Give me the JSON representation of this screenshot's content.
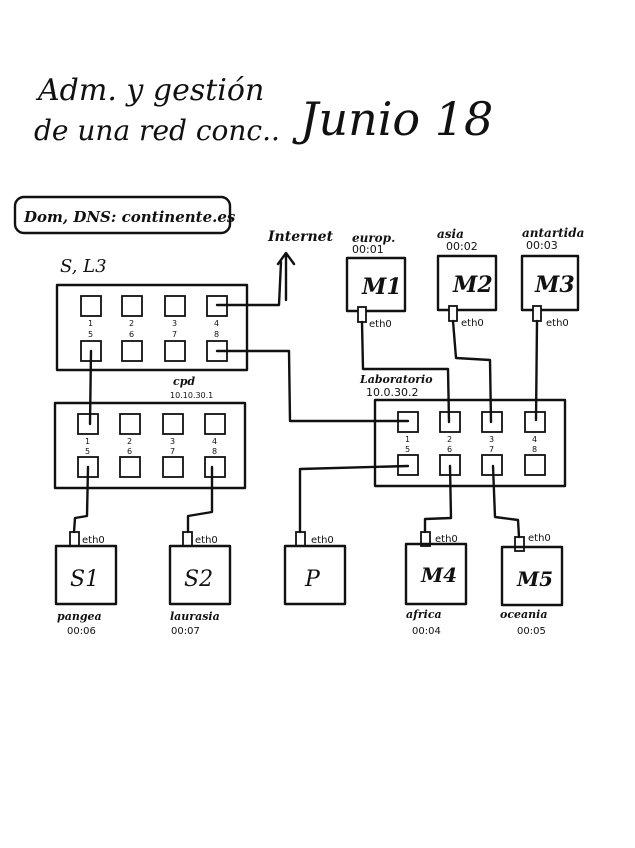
{
  "title": {
    "line1": "Adm. y gestión",
    "line2": "de una red conc..",
    "date": "Junio 18"
  },
  "domain_box": "Dom, DNS: continente.es",
  "internet_label": "Internet",
  "switch_l3": {
    "label": "S, L3",
    "ports_top": [
      "1",
      "2",
      "3",
      "4"
    ],
    "ports_bottom": [
      "5",
      "6",
      "7",
      "8"
    ]
  },
  "switch_cpd": {
    "name": "cpd",
    "ip": "10.10.30.1",
    "ports_top": [
      "1",
      "2",
      "3",
      "4"
    ],
    "ports_bottom": [
      "5",
      "6",
      "7",
      "8"
    ]
  },
  "switch_lab": {
    "name": "Laboratorio",
    "ip": "10.0.30.2",
    "ports_top": [
      "1",
      "2",
      "3",
      "4"
    ],
    "ports_bottom": [
      "5",
      "6",
      "7",
      "8"
    ]
  },
  "hosts_top": [
    {
      "name": "M1",
      "location": "europ.",
      "mac": "00:01",
      "iface": "eth0"
    },
    {
      "name": "M2",
      "location": "asia",
      "mac": "00:02",
      "iface": "eth0"
    },
    {
      "name": "M3",
      "location": "antartida",
      "mac": "00:03",
      "iface": "eth0"
    }
  ],
  "hosts_bottom": [
    {
      "name": "S1",
      "location": "pangea",
      "mac": "00:06",
      "iface": "eth0"
    },
    {
      "name": "S2",
      "location": "laurasia",
      "mac": "00:07",
      "iface": "eth0"
    },
    {
      "name": "P",
      "location": "",
      "mac": "",
      "iface": "eth0"
    },
    {
      "name": "M4",
      "location": "africa",
      "mac": "00:04",
      "iface": "eth0"
    },
    {
      "name": "M5",
      "location": "oceania",
      "mac": "00:05",
      "iface": "eth0"
    }
  ]
}
